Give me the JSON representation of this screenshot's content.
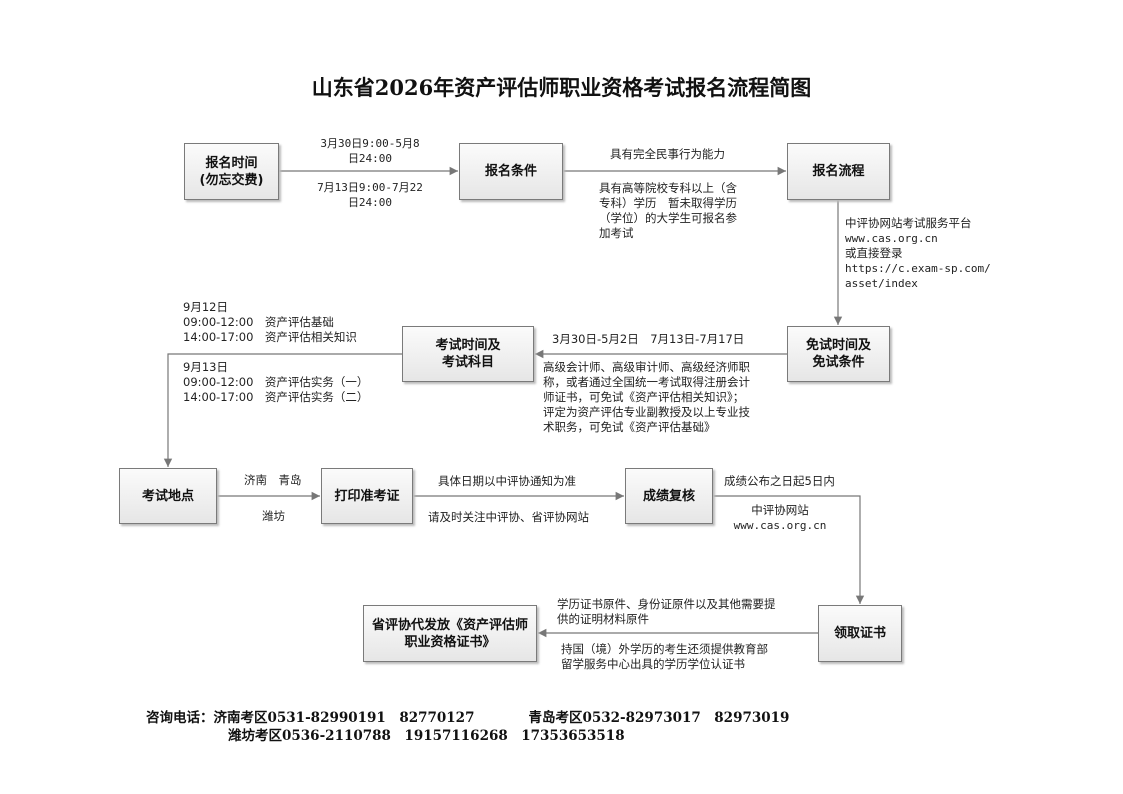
{
  "title": "山东省2026年资产评估师职业资格考试报名流程简图",
  "boxes": {
    "reg_time": [
      "报名时间",
      "(勿忘交费)"
    ],
    "reg_cond": "报名条件",
    "reg_flow": "报名流程",
    "exempt": [
      "免试时间及",
      "免试条件"
    ],
    "exam_time": [
      "考试时间及",
      "考试科目"
    ],
    "location": "考试地点",
    "print": "打印准考证",
    "review": "成绩复核",
    "receive": "领取证书",
    "issue": [
      "省评协代发放《资产评估师",
      "职业资格证书》"
    ]
  },
  "labels": {
    "period1": [
      "3月30日9:00-5月8",
      "日24:00"
    ],
    "period2": [
      "7月13日9:00-7月22",
      "日24:00"
    ],
    "cond1": "具有完全民事行为能力",
    "cond2": [
      "具有高等院校专科以上（含",
      "专科）学历　暂未取得学历",
      "（学位）的大学生可报名参",
      "加考试"
    ],
    "platform": [
      "中评协网站考试服务平台",
      "www.cas.org.cn",
      "或直接登录",
      "https://c.exam-sp.com/",
      "asset/index"
    ],
    "exempt_period": "3月30日-5月2日　7月13日-7月17日",
    "exempt_cond": [
      "高级会计师、高级审计师、高级经济师职",
      "称，或者通过全国统一考试取得注册会计",
      "师证书，可免试《资产评估相关知识》；",
      "评定为资产评估专业副教授及以上专业技",
      "术职务，可免试《资产评估基础》"
    ],
    "day1": [
      "9月12日",
      "09:00-12:00　资产评估基础",
      "14:00-17:00　资产评估相关知识"
    ],
    "day2": [
      "9月13日",
      "09:00-12:00　资产评估实务（一）",
      "14:00-17:00　资产评估实务（二）"
    ],
    "cities1": "济南　青岛",
    "cities2": "潍坊",
    "print_date": "具体日期以中评协通知为准",
    "print_note": "请及时关注中评协、省评协网站",
    "review_time": "成绩公布之日起5日内",
    "review_site": [
      "中评协网站",
      "www.cas.org.cn"
    ],
    "receive_docs": [
      "学历证书原件、身份证原件以及其他需要提",
      "供的证明材料原件"
    ],
    "receive_foreign": [
      "持国（境）外学历的考生还须提供教育部",
      "留学服务中心出具的学历学位认证书"
    ]
  },
  "footer": {
    "line1": "咨询电话：济南考区0531-82990191　82770127　　　　青岛考区0532-82973017　82973019",
    "line2": "潍坊考区0536-2110788　19157116268　17353653518"
  }
}
